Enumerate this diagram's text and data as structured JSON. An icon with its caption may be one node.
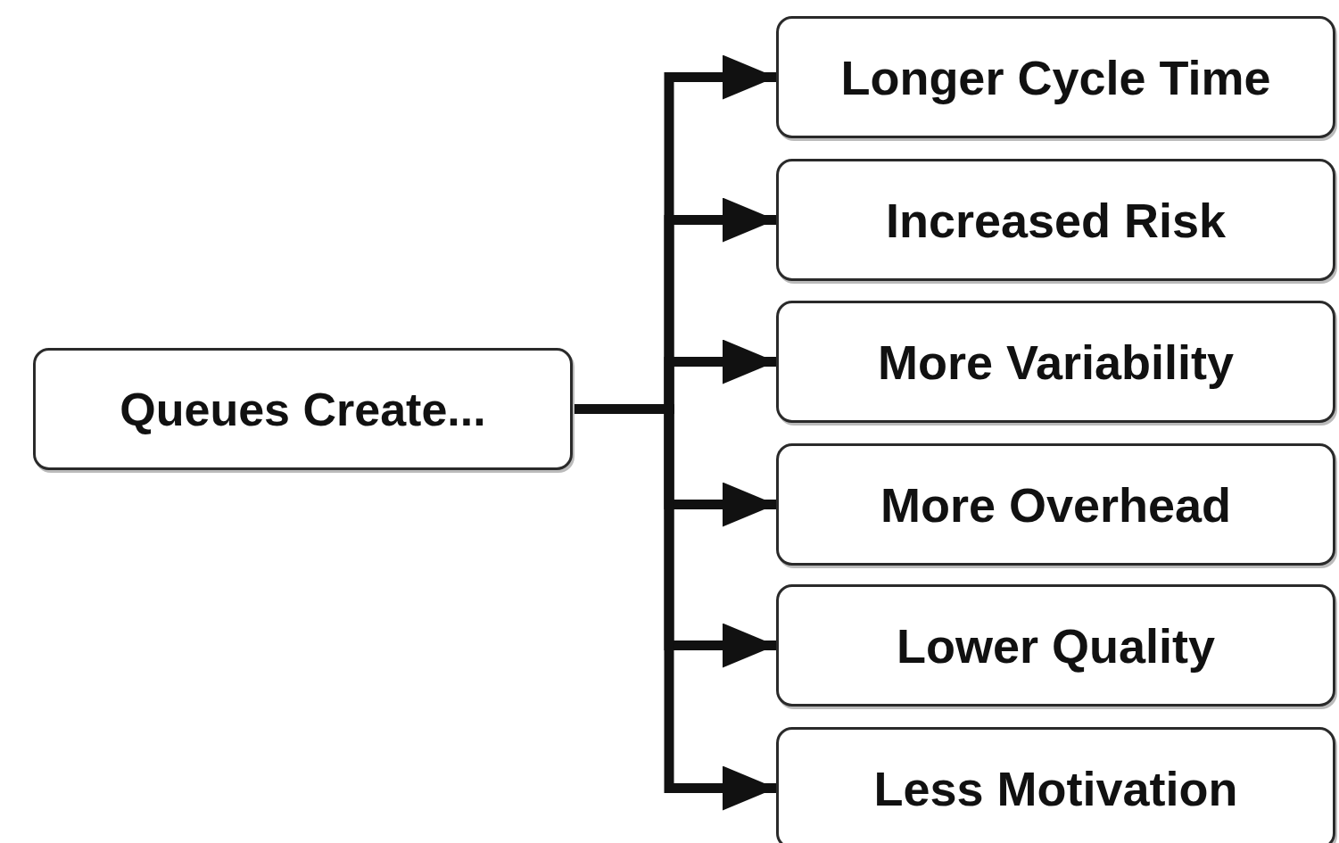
{
  "diagram": {
    "nodes": [
      {
        "text": [
          "Queues Create..."
        ]
      },
      {
        "text": [
          "Longer Cycle Time"
        ]
      },
      {
        "text": [
          "Increased Risk"
        ]
      },
      {
        "text": [
          "More Variability"
        ]
      },
      {
        "text": [
          "More Overhead"
        ]
      },
      {
        "text": [
          "Lower Quality"
        ]
      },
      {
        "text": [
          "Less Motivation"
        ]
      }
    ],
    "edges": [
      {
        "from": 0,
        "to": 1,
        "arrow": "to"
      },
      {
        "from": 0,
        "to": 2,
        "arrow": "to"
      },
      {
        "from": 0,
        "to": 3,
        "arrow": "to"
      },
      {
        "from": 0,
        "to": 4,
        "arrow": "to"
      },
      {
        "from": 0,
        "to": 5,
        "arrow": "to"
      },
      {
        "from": 0,
        "to": 6,
        "arrow": "to"
      }
    ]
  }
}
